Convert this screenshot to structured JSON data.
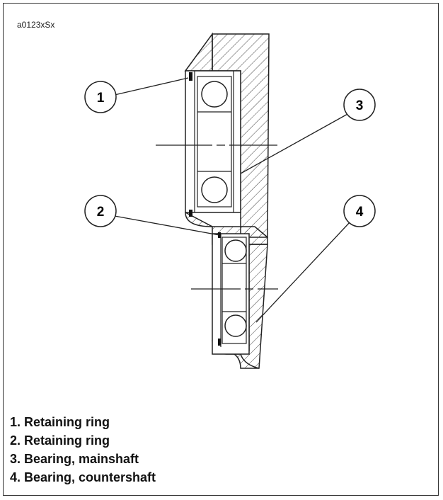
{
  "figure_id": "a0123xSx",
  "callouts": [
    {
      "number": "1"
    },
    {
      "number": "2"
    },
    {
      "number": "3"
    },
    {
      "number": "4"
    }
  ],
  "legend": [
    "1. Retaining ring",
    "2. Retaining ring",
    "3. Bearing, mainshaft",
    "4. Bearing, countershaft"
  ]
}
